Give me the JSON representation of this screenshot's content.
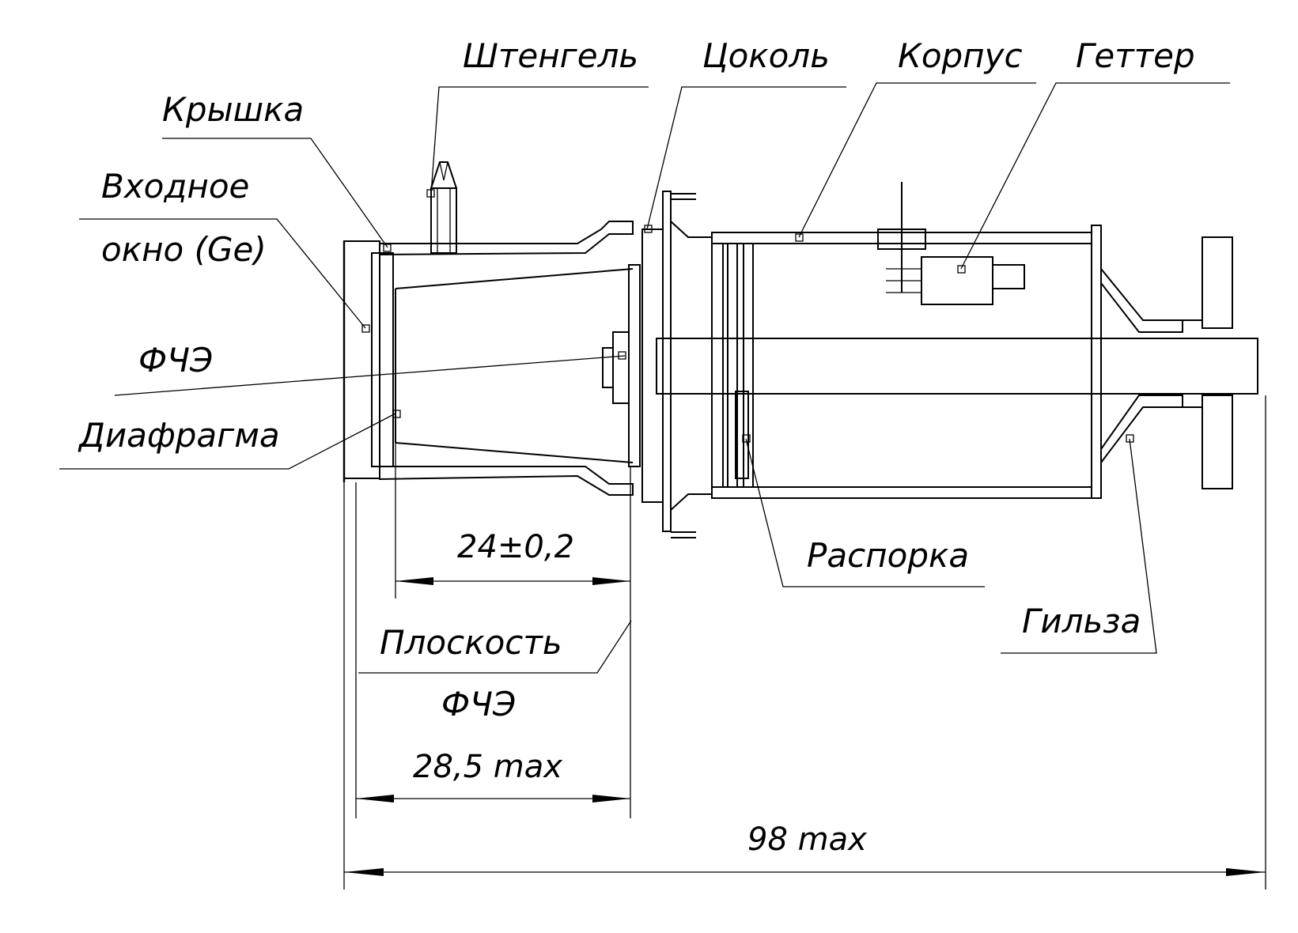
{
  "labels": {
    "shtengel": "Штенгель",
    "tsokol": "Цоколь",
    "korpus": "Корпус",
    "getter": "Геттер",
    "kryshka": "Крышка",
    "vkhodnoe_line1": "Входное",
    "vkhodnoe_line2": "окно (Ge)",
    "fchz": "ФЧЭ",
    "diafragma": "Диафрагма",
    "rasporka": "Распорка",
    "gilza": "Гильза",
    "ploskost_line1": "Плоскость",
    "ploskost_line2": "ФЧЭ"
  },
  "dimensions": {
    "d1": "24±0,2",
    "d2": "28,5 max",
    "d3": "98 max"
  }
}
